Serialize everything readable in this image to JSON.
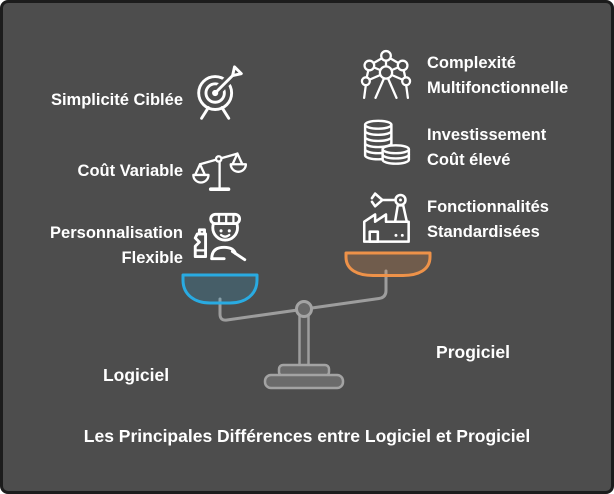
{
  "colors": {
    "background": "#4d4d4d",
    "border": "#1c1c1c",
    "text": "#ffffff",
    "left_pan_stroke": "#29abe2",
    "right_pan_stroke": "#ee9249",
    "scale_metal": "#9d9d9d"
  },
  "caption": "Les Principales Différences entre Logiciel et Progiciel",
  "left_side": {
    "name": "Logiciel",
    "items": [
      {
        "label": "Simplicité Ciblée",
        "icon": "target-icon"
      },
      {
        "label": "Coût Variable",
        "icon": "balance-icon"
      },
      {
        "label": "Personnalisation\nFlexible",
        "icon": "painter-icon"
      }
    ]
  },
  "right_side": {
    "name": "Progiciel",
    "items": [
      {
        "label": "Complexité\nMultifonctionnelle",
        "icon": "network-icon"
      },
      {
        "label": "Investissement\nCoût élevé",
        "icon": "coins-icon"
      },
      {
        "label": "Fonctionnalités\nStandardisées",
        "icon": "factory-icon"
      }
    ]
  }
}
